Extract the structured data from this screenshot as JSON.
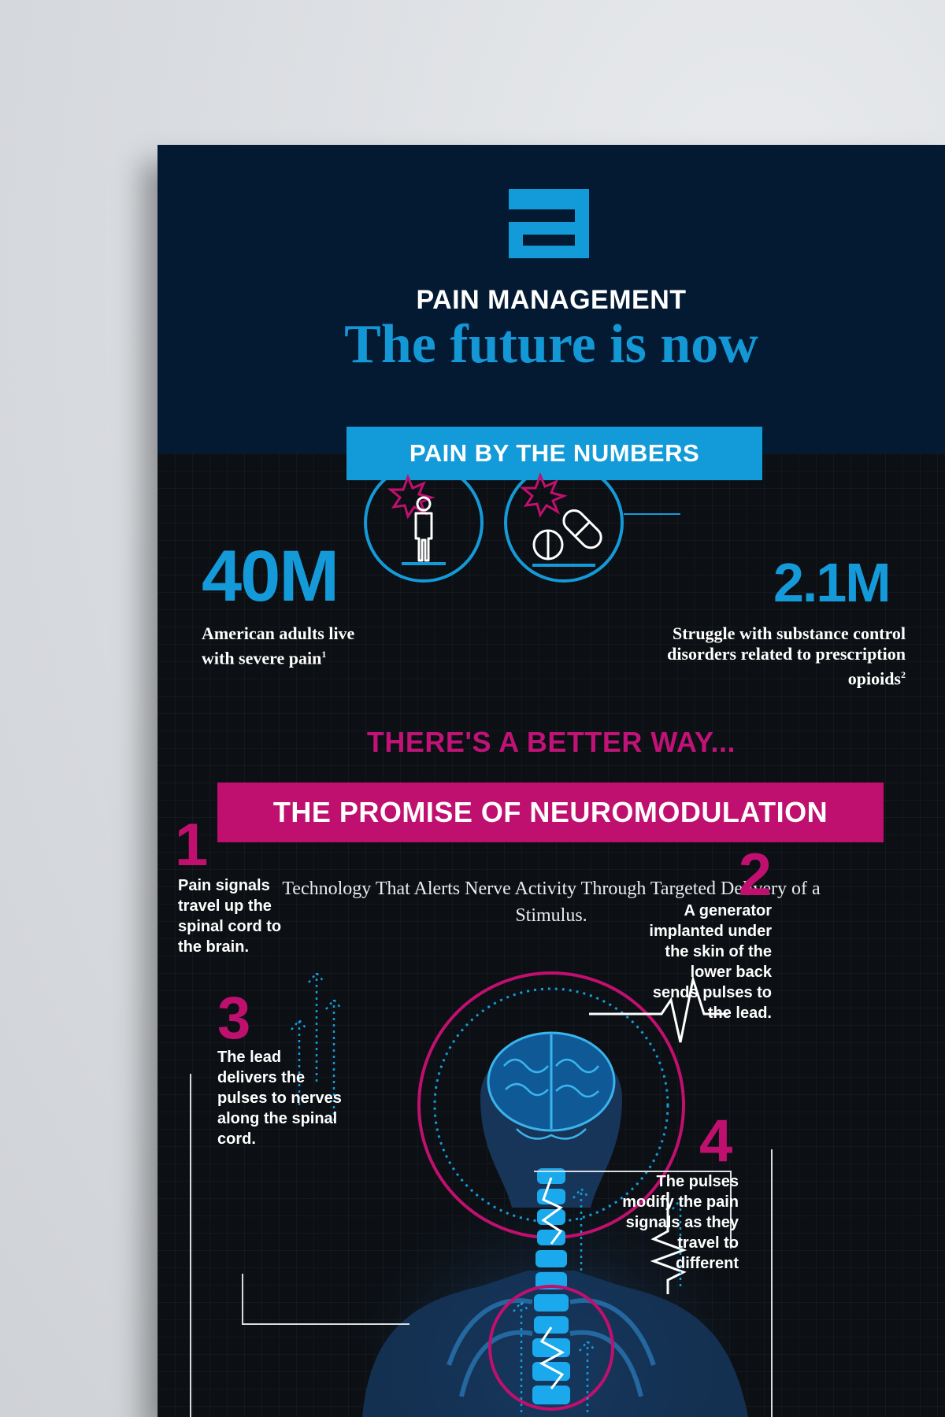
{
  "header": {
    "kicker": "PAIN MANAGEMENT",
    "headline": "The future is now"
  },
  "numbers": {
    "band_label": "PAIN BY THE NUMBERS",
    "left_stat": {
      "value": "40M",
      "text": "American adults live with severe pain",
      "sup": "1"
    },
    "right_stat": {
      "value": "2.1M",
      "text": "Struggle with substance control disorders related to prescription opioids",
      "sup": "2"
    }
  },
  "better_way": "THERE'S A BETTER WAY...",
  "promise": {
    "band_label": "THE PROMISE OF NEUROMODULATION",
    "tagline": "Technology That Alerts Nerve Activity Through Targeted Delivery of a Stimulus."
  },
  "steps": [
    {
      "num": "1",
      "text": "Pain signals travel up the spinal cord to the brain."
    },
    {
      "num": "2",
      "text": "A generator implanted under the skin of the lower back sends pulses to the lead."
    },
    {
      "num": "3",
      "text": "The lead delivers the pulses to nerves along the spinal cord."
    },
    {
      "num": "4",
      "text": "The pulses modify the pain signals as they travel to different"
    }
  ],
  "colors": {
    "header_navy": "#041a33",
    "accent_blue": "#139ad9",
    "accent_pink": "#c0106f",
    "background_dark": "#0c0f13"
  },
  "icons": [
    "abbott-logo-icon",
    "person-pain-icon",
    "pill-pain-icon",
    "brain-icon",
    "spine-icon",
    "pulse-wave-icon",
    "arrow-up-icon"
  ]
}
